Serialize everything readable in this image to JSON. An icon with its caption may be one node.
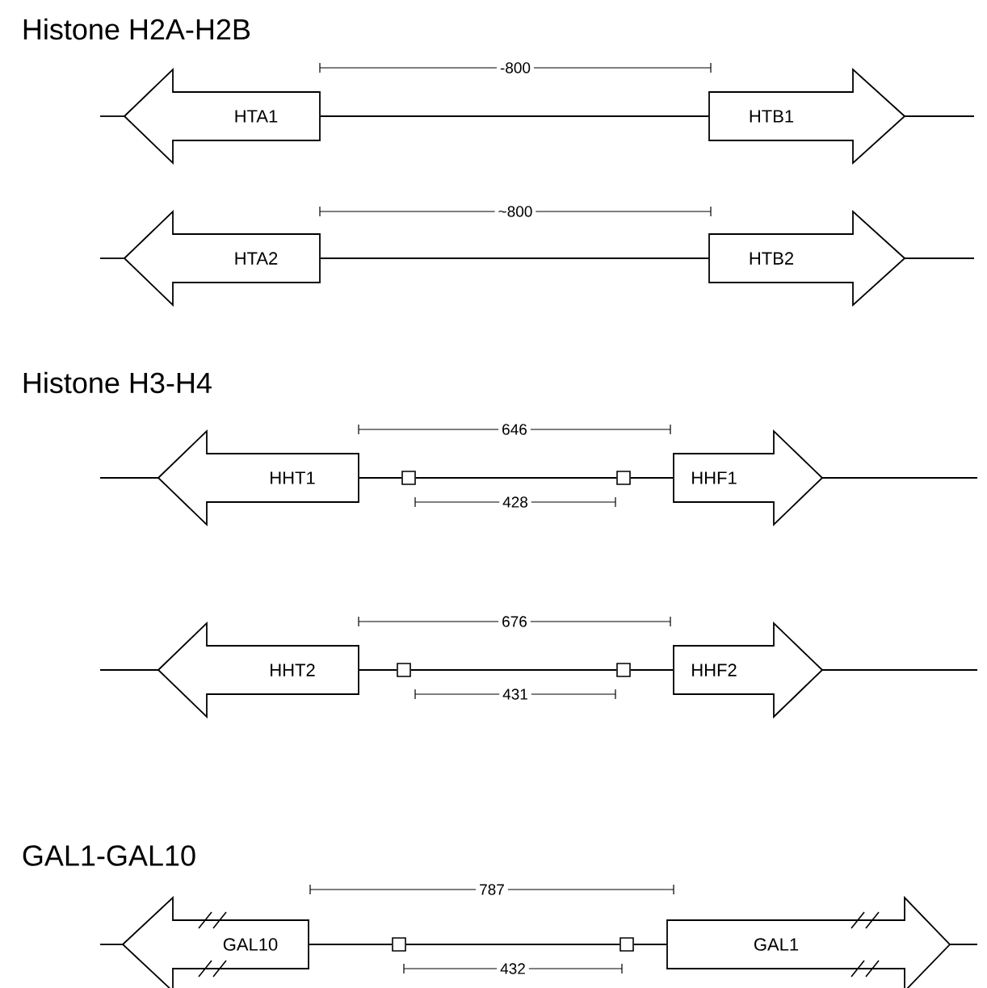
{
  "diagram": {
    "nodes": [
      {
        "text": [
          "HTA1"
        ]
      },
      {
        "text": [
          "HTB1"
        ]
      },
      {
        "text": [
          "HTA2"
        ]
      },
      {
        "text": [
          "HTB2"
        ]
      },
      {
        "text": [
          "HHT1"
        ]
      },
      {
        "text": [],
        "shape": "box"
      },
      {
        "text": [],
        "shape": "box"
      },
      {
        "text": [
          "HHF1"
        ]
      },
      {
        "text": [
          "HHT2"
        ]
      },
      {
        "text": [],
        "shape": "box"
      },
      {
        "text": [],
        "shape": "box"
      },
      {
        "text": [
          "HHF2"
        ]
      },
      {
        "text": [
          "GAL10"
        ]
      },
      {
        "text": [],
        "shape": "box"
      },
      {
        "text": [],
        "shape": "box"
      },
      {
        "text": [
          "GAL1"
        ]
      }
    ],
    "edges": [
      {
        "from": 0,
        "to": 1,
        "arrow": "none"
      },
      {
        "from": 2,
        "to": 3,
        "arrow": "none"
      },
      {
        "from": 4,
        "to": 5,
        "arrow": "none"
      },
      {
        "from": 5,
        "to": 6,
        "arrow": "none"
      },
      {
        "from": 6,
        "to": 7,
        "arrow": "none"
      },
      {
        "from": 8,
        "to": 9,
        "arrow": "none"
      },
      {
        "from": 9,
        "to": 10,
        "arrow": "none"
      },
      {
        "from": 10,
        "to": 11,
        "arrow": "none"
      },
      {
        "from": 12,
        "to": 13,
        "arrow": "none"
      },
      {
        "from": 13,
        "to": 14,
        "arrow": "none"
      },
      {
        "from": 14,
        "to": 15,
        "arrow": "none"
      }
    ],
    "labels": [
      "Histone H2A-H2B",
      "-800",
      "~800",
      "Histone H3-H4",
      "646",
      "428",
      "676",
      "431",
      "GAL1-GAL10",
      "787",
      "432"
    ]
  }
}
